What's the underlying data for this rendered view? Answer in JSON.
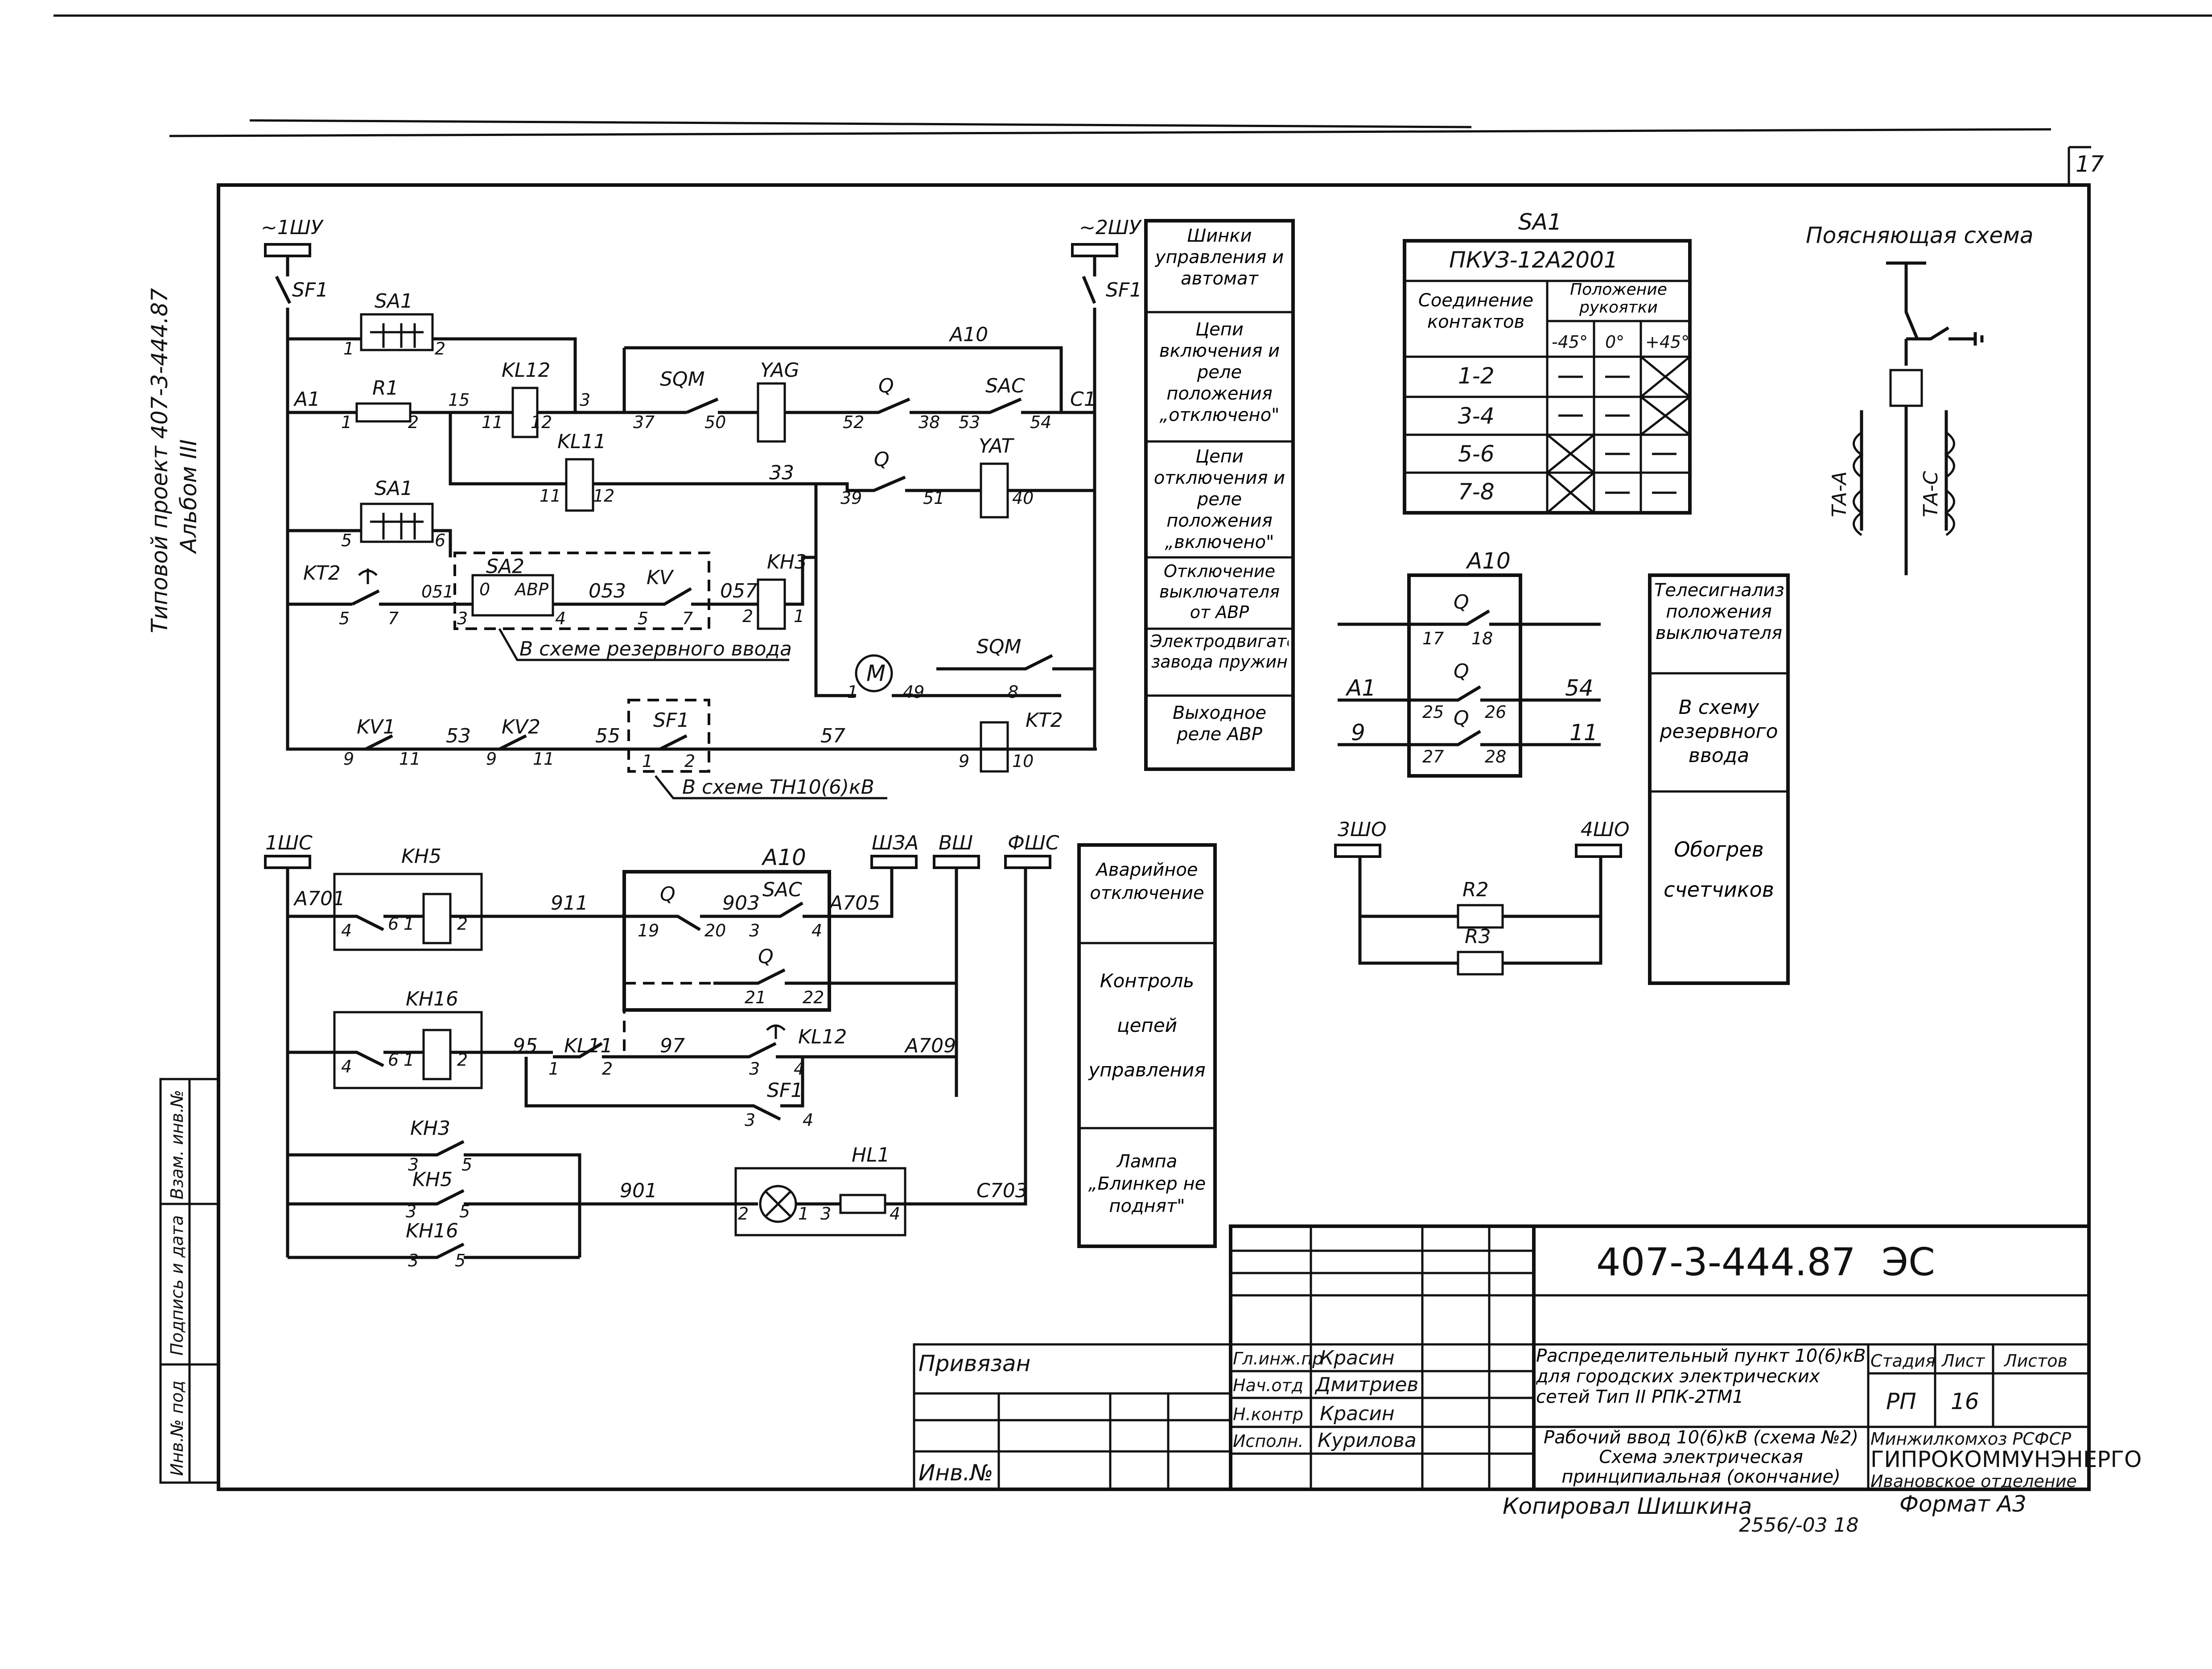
{
  "sheet_number": "17",
  "side_labels": {
    "project": "Типовой проект 407-3-444.87",
    "album": "Альбом III",
    "inv_no_orig": "Инв.№ под",
    "sign_date": "Подпись и дата",
    "inv_instead": "Взам. инв.№"
  },
  "upper": {
    "bus_left": "~1ШУ",
    "bus_right": "~2ШУ",
    "sf1_l": "SF1",
    "sf1_r": "SF1",
    "sa1_a": "SA1",
    "sa1_b": "SA1",
    "c_1": "1",
    "c_2": "2",
    "c_5": "5",
    "c_6": "6",
    "a1": "A1",
    "r1": "R1",
    "r1_1": "1",
    "r1_2": "2",
    "n15": "15",
    "kl12": "KL12",
    "kl12_11": "11",
    "kl12_12": "12",
    "n3": "3",
    "kl11": "KL11",
    "kl11_11": "11",
    "kl11_12": "12",
    "sqm_a": "SQM",
    "n37": "37",
    "n50": "50",
    "yag": "YAG",
    "a10": "A10",
    "q_a": "Q",
    "n52": "52",
    "n38": "38",
    "sac_a": "SAC",
    "n53": "53",
    "n54": "54",
    "c1": "C1",
    "n33": "33",
    "q_b": "Q",
    "n39": "39",
    "n51": "51",
    "yat": "YAT",
    "n40": "40",
    "kt2_l": "KT2",
    "n5": "5",
    "n7": "7",
    "n051": "051",
    "sa2": "SA2",
    "sa2_0": "0",
    "sa2_abr": "АВР",
    "sa2_3": "3",
    "sa2_4": "4",
    "n053": "053",
    "kv": "KV",
    "kv_5": "5",
    "kv_7": "7",
    "n057": "057",
    "kh3": "KH3",
    "kh3_2": "2",
    "kh3_1": "1",
    "res_input": "В схеме резервного ввода",
    "motor": "M",
    "m_1": "1",
    "n49": "49",
    "sqm_b": "SQM",
    "n8": "8",
    "kv1": "KV1",
    "kv1_9": "9",
    "kv1_11": "11",
    "n53b": "53",
    "kv2": "KV2",
    "kv2_9": "9",
    "kv2_11": "11",
    "n55": "55",
    "sf1_c": "SF1",
    "sf1c_1": "1",
    "sf1c_2": "2",
    "n57": "57",
    "kt2_r": "KT2",
    "kt2_9": "9",
    "kt2_10": "10",
    "th_note": "В схеме ТН10(6)кВ"
  },
  "legend_upper": [
    "Шинки управления и автомат",
    "Цепи включения и реле положения „отключено\"",
    "Цепи отключения и реле положения „включено\"",
    "Отключение выключателя от АВР",
    "Электродвигатель завода пружин",
    "Выходное реле АВР"
  ],
  "sa1_table": {
    "title": "SA1",
    "type": "ПКУЗ-12А2001",
    "head_conn": "Соединение контактов",
    "head_pos": "Положение рукоятки",
    "angles": [
      "-45°",
      "0°",
      "+45°"
    ],
    "rows": [
      {
        "contacts": "1-2",
        "cells": [
          "—",
          "—",
          "X"
        ]
      },
      {
        "contacts": "3-4",
        "cells": [
          "—",
          "—",
          "X"
        ]
      },
      {
        "contacts": "5-6",
        "cells": [
          "X",
          "—",
          "—"
        ]
      },
      {
        "contacts": "7-8",
        "cells": [
          "X",
          "—",
          "—"
        ]
      }
    ]
  },
  "explain": {
    "title": "Поясняющая схема",
    "ta_a": "ТА-А",
    "ta_c": "ТА-С"
  },
  "a10_block": {
    "title": "A10",
    "q1": "Q",
    "c17": "17",
    "c18": "18",
    "a1": "A1",
    "q2": "Q",
    "c25": "25",
    "c26": "26",
    "s4": "54",
    "n9": "9",
    "q3": "Q",
    "c27": "27",
    "c28": "28",
    "n11": "11"
  },
  "right_legend": [
    "Телесигнализация положения выключателя",
    "В схему резервного ввода",
    "Обогрев счетчиков"
  ],
  "heat": {
    "bus_l": "3ШО",
    "bus_r": "4ШО",
    "r2": "R2",
    "r3": "R3"
  },
  "lower": {
    "bus_1shc": "1ШС",
    "bus_shza": "ШЗА",
    "bus_vsh": "ВШ",
    "bus_oshs": "ФШС",
    "kh5": "KH5",
    "a701": "A701",
    "kh5_4": "4",
    "kh5_6": "6",
    "kh5_1": "1",
    "kh5_2": "2",
    "n911": "911",
    "a10": "A10",
    "q_a": "Q",
    "q_19": "19",
    "q_20": "20",
    "n903": "903",
    "sac": "SAC",
    "sac_3": "3",
    "sac_4": "4",
    "a705": "A705",
    "q_b": "Q",
    "q_21": "21",
    "q_22": "22",
    "kh16": "KH16",
    "kh16_4": "4",
    "kh16_6": "6",
    "kh16_1": "1",
    "kh16_2": "2",
    "n95": "95",
    "kl11": "KL11",
    "kl11_1": "1",
    "kl11_2": "2",
    "n97": "97",
    "kl12": "KL12",
    "kl12_3": "3",
    "kl12_4": "4",
    "a709": "A709",
    "sf1": "SF1",
    "sf1_3": "3",
    "sf1_4": "4",
    "kh3": "KH3",
    "kh3_3": "3",
    "kh3_5": "5",
    "kh5b": "KH5",
    "kh5b_3": "3",
    "kh5b_5": "5",
    "kh16b": "KH16",
    "kh16b_3": "3",
    "kh16b_5": "5",
    "n901": "901",
    "hl1": "HL1",
    "hl_2": "2",
    "hl_1": "1",
    "hl_3": "3",
    "hl_4": "4",
    "c703": "C703"
  },
  "legend_lower": [
    "Аварийное отключение",
    "Контроль цепей управления",
    "Лампа „Блинкер не поднят\""
  ],
  "title_block": {
    "code": "407-3-444.87",
    "mark": "ЭС",
    "privyazan": "Привязан",
    "inv": "Инв.№",
    "roles": [
      {
        "role": "Гл.инж.пр",
        "name": "Красин"
      },
      {
        "role": "Нач.отд",
        "name": "Дмитриев"
      },
      {
        "role": "Н.контр",
        "name": "Красин"
      },
      {
        "role": "Исполн.",
        "name": "Курилова"
      }
    ],
    "desc1": "Распределительный пункт 10(6)кВ для городских электрических сетей Тип II РПК-2ТМ1",
    "desc2": "Рабочий ввод 10(6)кВ (схема №2) Схема электрическая принципиальная (окончание)",
    "stage_h": "Стадия",
    "sheet_h": "Лист",
    "sheets_h": "Листов",
    "stage": "РП",
    "sheet": "16",
    "org1": "Минжилкомхоз РСФСР",
    "org2": "ГИПРОКОММУНЭНЕРГО",
    "org3": "Ивановское отделение",
    "copied": "Копировал Шишкина",
    "format": "Формат А3",
    "stamp": "2556/-03 18"
  }
}
